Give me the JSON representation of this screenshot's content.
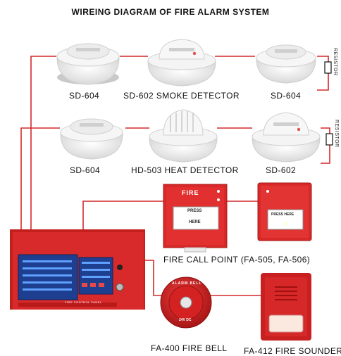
{
  "title": "WIREING DIAGRAM OF FIRE ALARM SYSTEM",
  "devices": {
    "sd604_top_left": "SD-604",
    "sd602_top_center": "SD-602 SMOKE DETECTOR",
    "sd604_top_right": "SD-604",
    "sd604_mid_left": "SD-604",
    "hd503_mid_center": "HD-503 HEAT DETECTOR",
    "sd602_mid_right": "SD-602",
    "call_point": "FIRE CALL POINT (FA-505, FA-506)",
    "fire_bell": "FA-400 FIRE BELL",
    "sounder": "FA-412 FIRE SOUNDER"
  },
  "resistor_label": "RESISTOR",
  "call_point_red": {
    "fire_text": "FIRE",
    "press_text": "PRESS",
    "here_text": "HERE"
  },
  "call_point_small": {
    "press_text": "PRESS HERE"
  },
  "bell_text": "ALARM BELL",
  "bell_voltage": "24V DC",
  "panel_label": "FIRE CONTROL PANEL",
  "colors": {
    "wire": "#d4282b",
    "panel": "#d42a2a",
    "panel_dark": "#b51e1e",
    "display": "#1e3f8f",
    "detector": "#eeeeee"
  }
}
